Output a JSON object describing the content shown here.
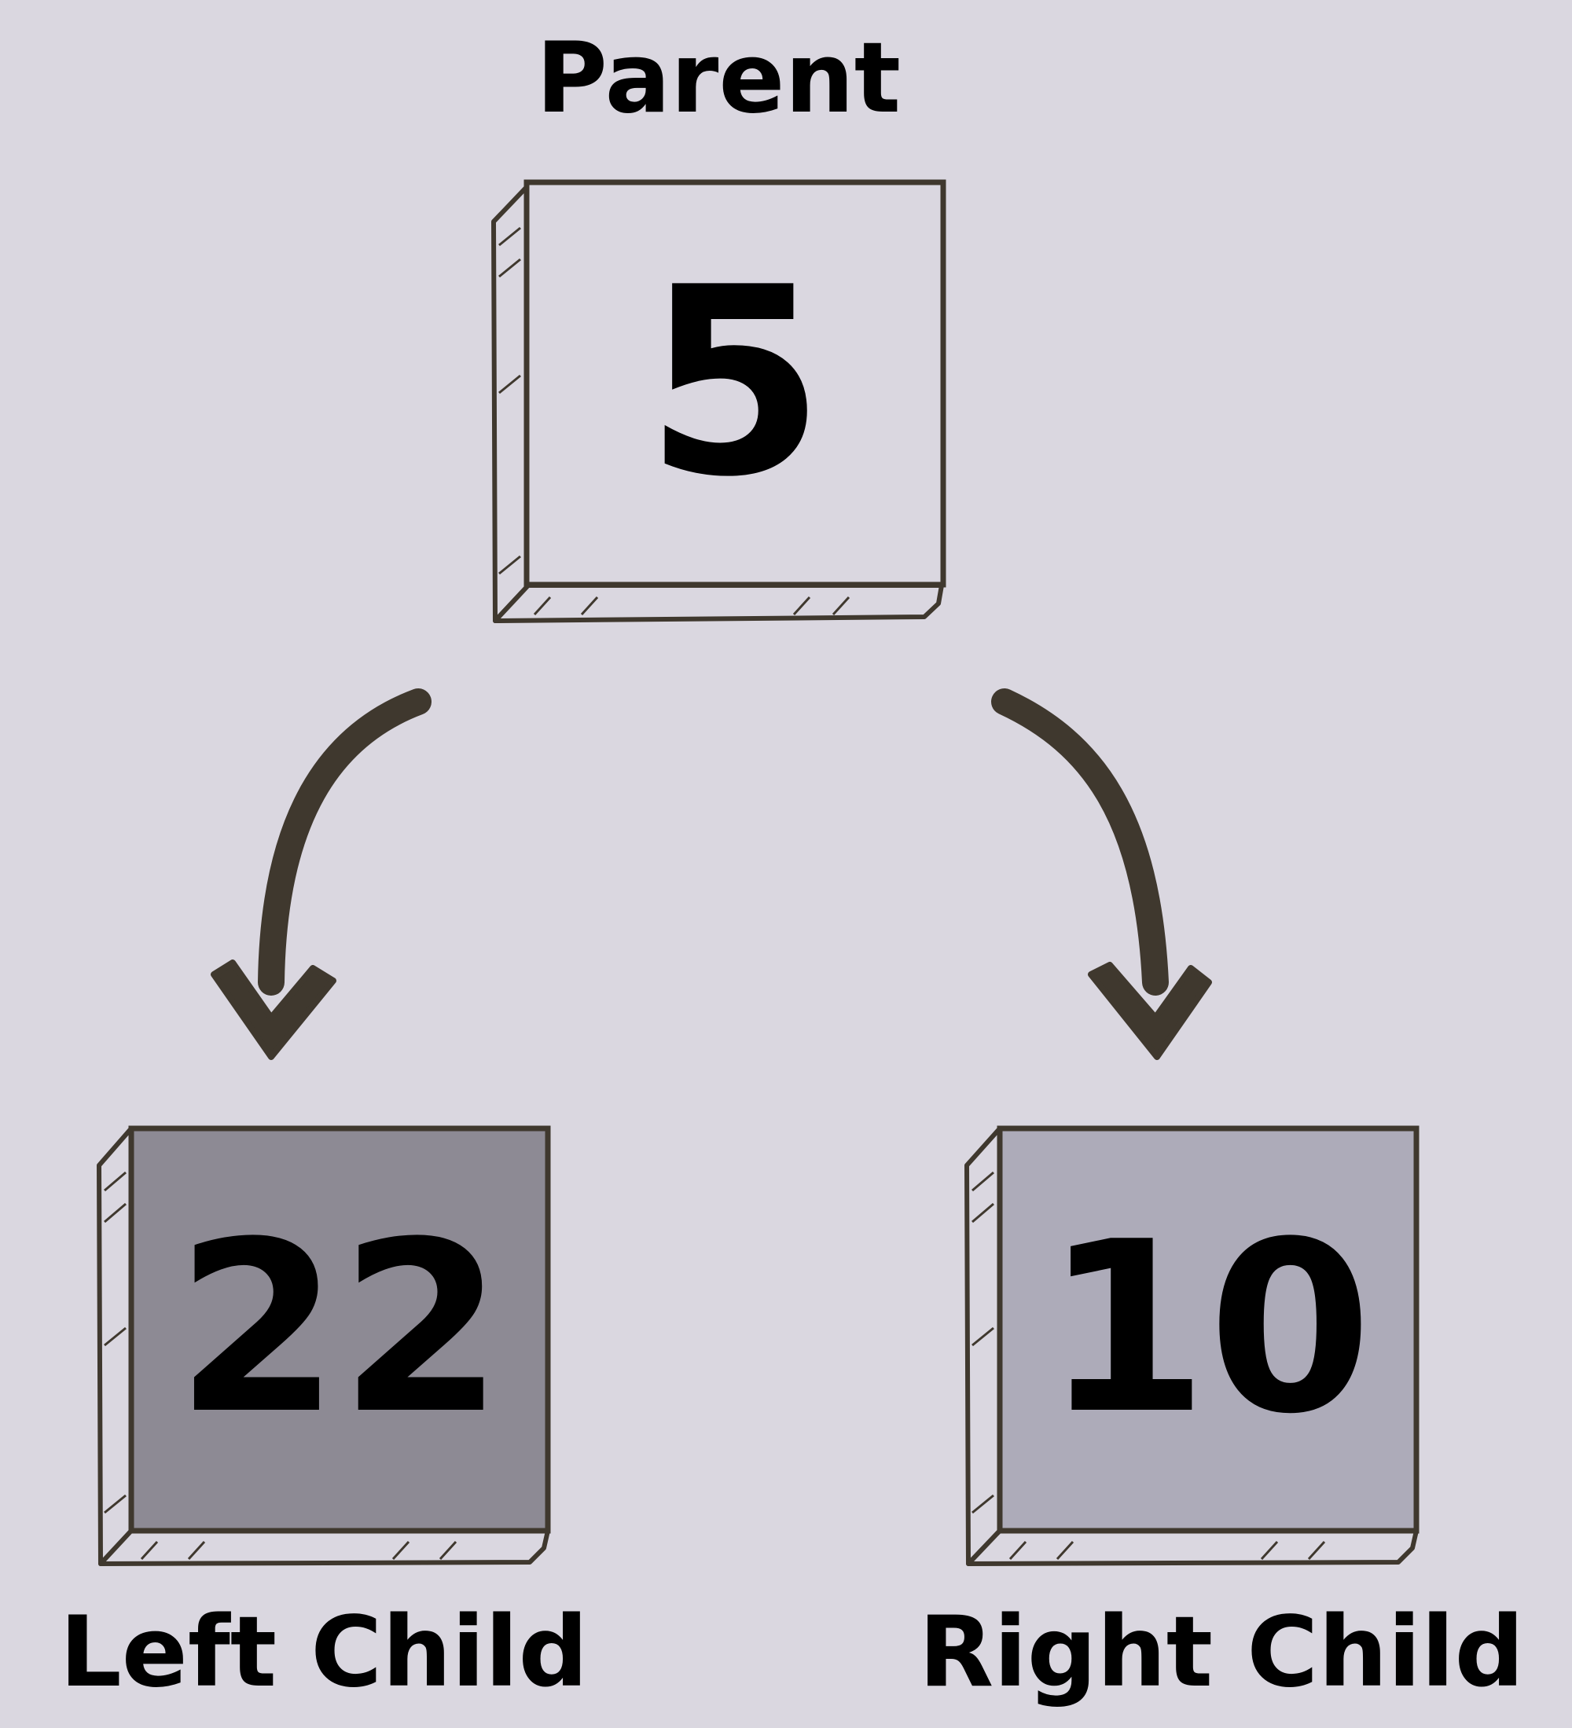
{
  "diagram": {
    "parent": {
      "label": "Parent",
      "value": "5",
      "color": "#dad7e0"
    },
    "left_child": {
      "label": "Left Child",
      "value": "22",
      "color": "#8d8a94"
    },
    "right_child": {
      "label": "Right Child",
      "value": "10",
      "color": "#adabb9"
    }
  },
  "colors": {
    "background": "#dad7e0",
    "stroke": "#3f382e",
    "text": "#000000"
  }
}
